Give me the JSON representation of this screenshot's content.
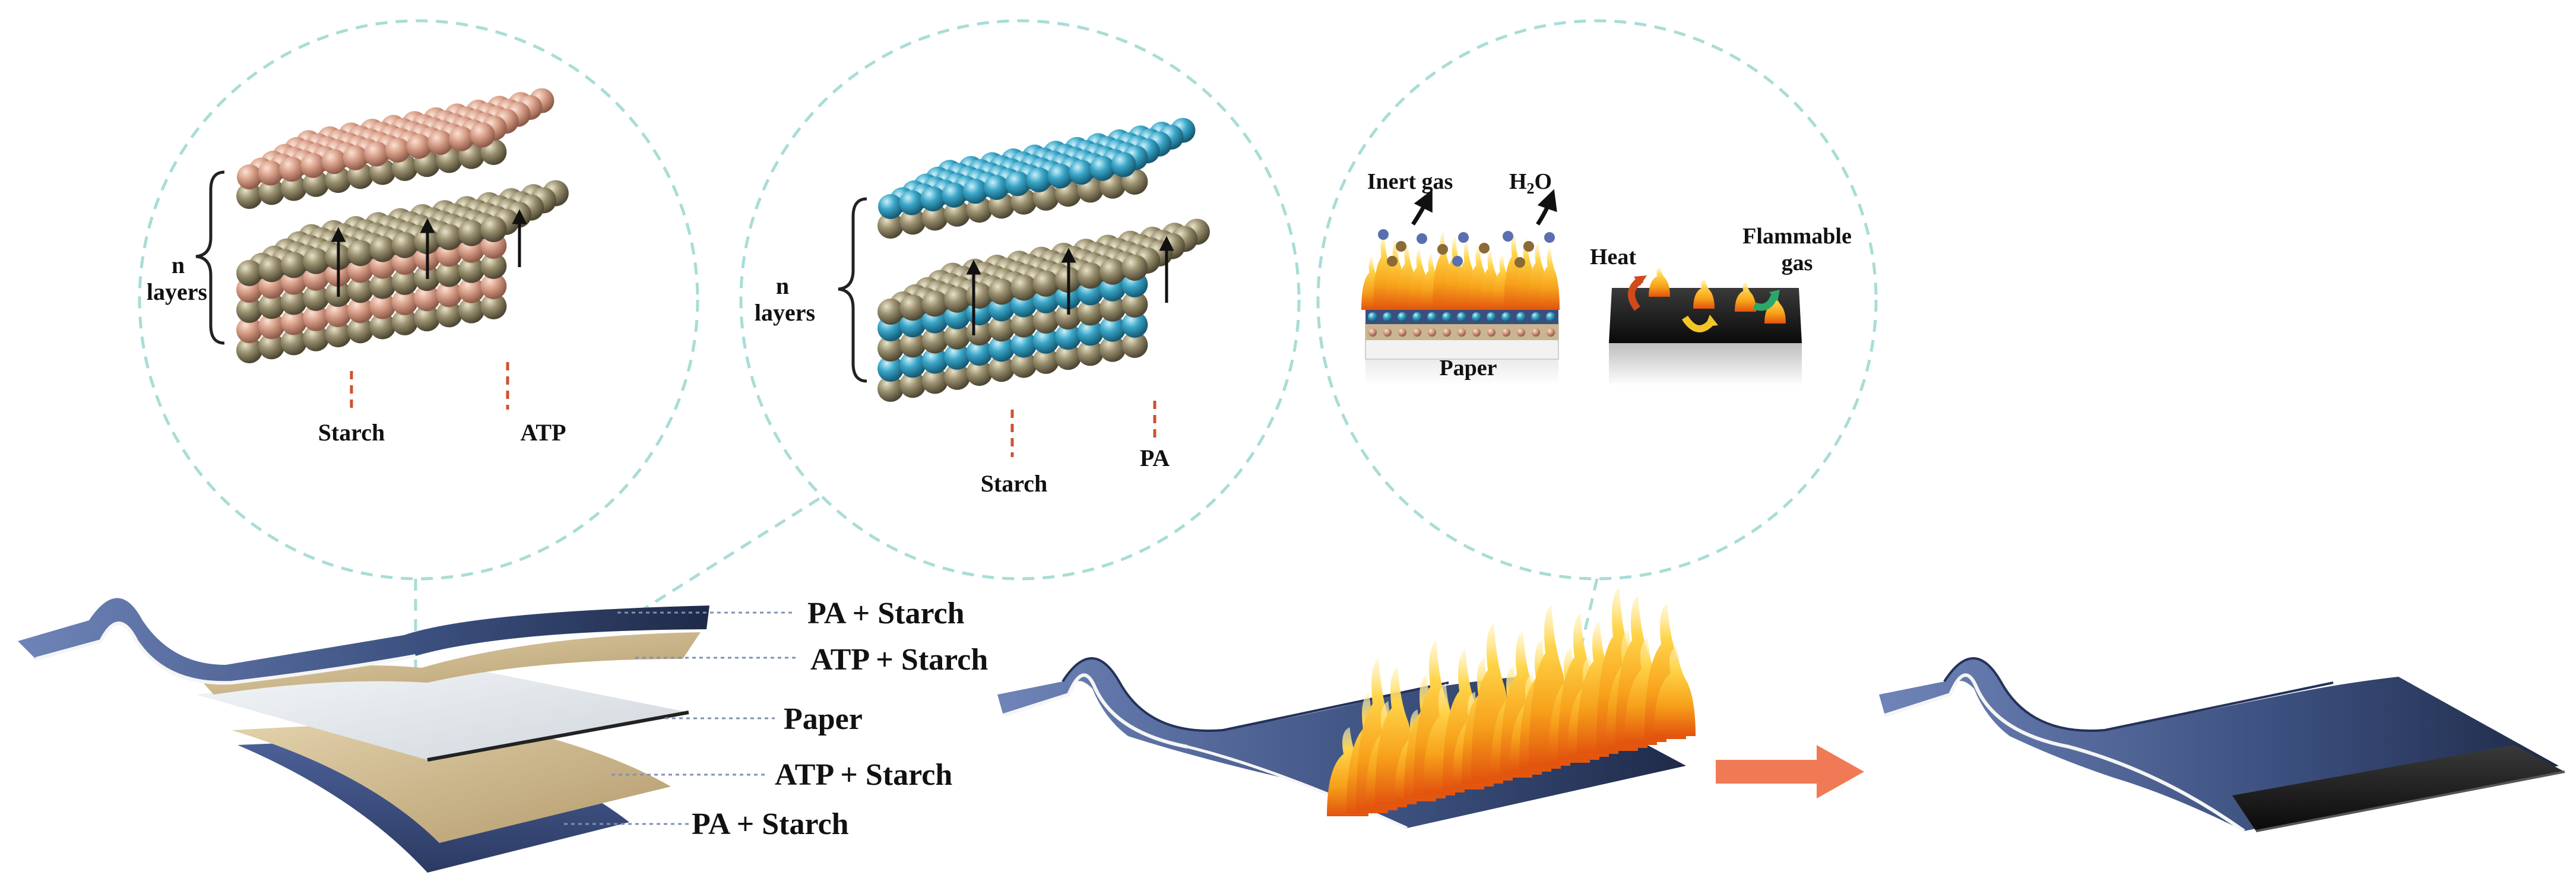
{
  "zoom1": {
    "n_label": "n",
    "layers_label": "layers",
    "starch_label": "Starch",
    "atp_label": "ATP"
  },
  "zoom2": {
    "n_label": "n",
    "layers_label": "layers",
    "starch_label": "Starch",
    "pa_label": "PA"
  },
  "zoom3": {
    "inert_gas_label": "Inert gas",
    "h2o_main": "H",
    "h2o_sub": "2",
    "h2o_end": "O",
    "heat_label": "Heat",
    "flammable_line1": "Flammable",
    "flammable_line2": "gas",
    "paper_label": "Paper"
  },
  "stack_labels": {
    "pa_starch_top": "PA + Starch",
    "atp_starch_top": "ATP + Starch",
    "paper": "Paper",
    "atp_starch_bottom": "ATP + Starch",
    "pa_starch_bottom": "PA + Starch"
  },
  "colors": {
    "pa_layer": "#3b4f7e",
    "atp_layer": "#c9b58f",
    "paper_layer": "#e8ecef",
    "starch_sphere": "#8d8466",
    "atp_sphere": "#d99a84",
    "pa_sphere": "#3a9fc2",
    "dashed_circle": "#a8ddd6",
    "leader_red": "#d2502d",
    "arrow_orange": "#f07a55",
    "flame": "#f7a21b",
    "char": "#1a1a1a"
  }
}
